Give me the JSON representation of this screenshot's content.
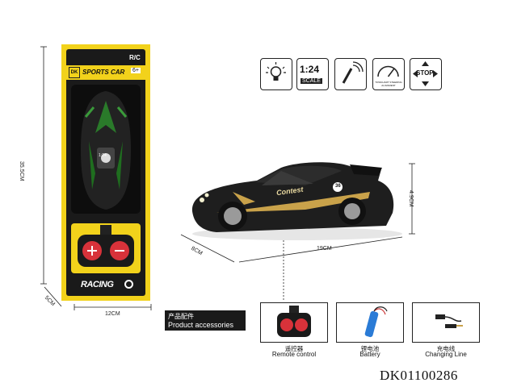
{
  "box": {
    "title": "SPORTS CAR",
    "rc": "R/C",
    "logo_letter": "DK",
    "age": "6+",
    "scale": "1:24",
    "racing": "RACING",
    "dim_height": "35.5CM",
    "dim_width": "12CM",
    "dim_depth": "5CM"
  },
  "features": [
    {
      "icon": "light-bulb-icon",
      "label": ""
    },
    {
      "icon": "scale-icon",
      "label": "1:24",
      "sub": "SCALE"
    },
    {
      "icon": "radio-control-icon",
      "label": ""
    },
    {
      "icon": "speedometer-icon",
      "label": "TOWGUART STEERING ALIGNMENT"
    },
    {
      "icon": "stop-arrows-icon",
      "label": "STOP"
    }
  ],
  "car": {
    "decal": "Contest",
    "number": "36",
    "dim_length": "19CM",
    "dim_width": "8CM",
    "dim_height": "4.9CM"
  },
  "accessories": {
    "header_cn": "产品配件",
    "header_en": "Product accessories",
    "items": [
      {
        "cn": "遥控器",
        "en": "Remote control"
      },
      {
        "cn": "锂电池",
        "en": "Battery"
      },
      {
        "cn": "充电线",
        "en": "Changing Line"
      }
    ]
  },
  "sku": "DK01100286",
  "colors": {
    "box_yellow": "#f2d21b",
    "box_black": "#1a1a1a",
    "car_gold": "#c9a24a",
    "remote_red": "#d8323a"
  }
}
